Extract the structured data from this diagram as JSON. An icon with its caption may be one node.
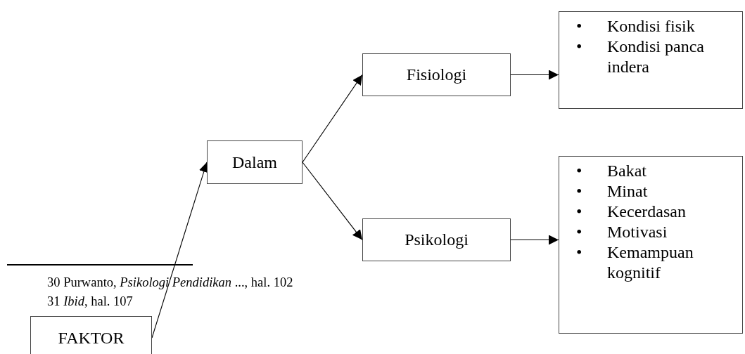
{
  "diagram": {
    "nodes": [
      {
        "text": [
          "FAKTOR"
        ]
      },
      {
        "text": [
          "Dalam"
        ]
      },
      {
        "text": [
          "Fisiologi"
        ]
      },
      {
        "text": [
          "Psikologi"
        ]
      },
      {
        "text": [
          "• Kondisi fisik",
          "• Kondisi panca indera"
        ]
      },
      {
        "text": [
          "• Bakat",
          "• Minat",
          "• Kecerdasan",
          "• Motivasi",
          "• Kemampuan kognitif"
        ]
      }
    ],
    "edges": [
      {
        "from": 0,
        "to": 1,
        "arrow": "to"
      },
      {
        "from": 1,
        "to": 2,
        "arrow": "to"
      },
      {
        "from": 1,
        "to": 3,
        "arrow": "to"
      },
      {
        "from": 2,
        "to": 4,
        "arrow": "to"
      },
      {
        "from": 3,
        "to": 5,
        "arrow": "to"
      }
    ],
    "labels": [
      "30 Purwanto, *Psikologi Pendidikan* ..., hal. 102",
      "31 *Ibid*, hal. 107"
    ]
  }
}
